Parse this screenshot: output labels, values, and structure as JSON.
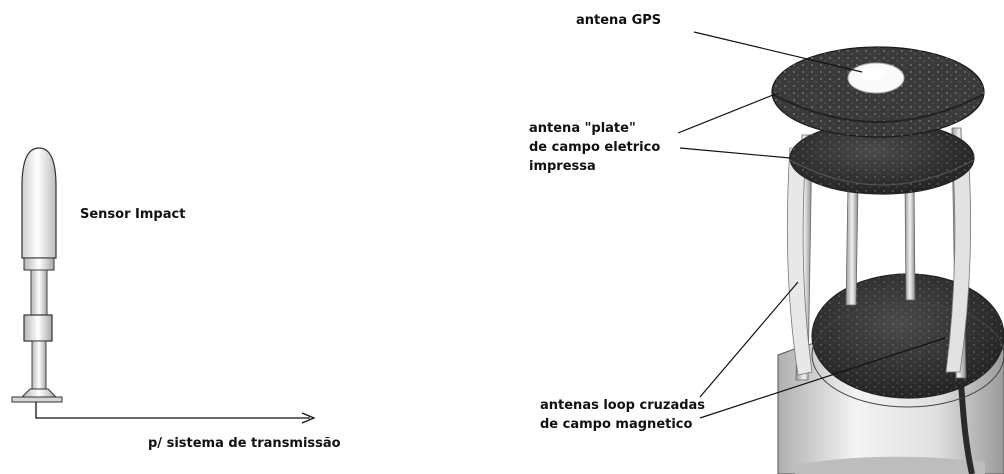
{
  "left_diagram": {
    "sensor_label": "Sensor Impact",
    "transmission_label": "p/ sistema de transmissão"
  },
  "right_photo": {
    "labels": {
      "gps": "antena GPS",
      "plate_line1": "antena \"plate\"",
      "plate_line2": "de campo eletrico",
      "plate_line3": "impressa",
      "loop_line1": "antenas loop cruzadas",
      "loop_line2": "de campo magnetico"
    }
  },
  "colors": {
    "background": "#ffffff",
    "ink": "#111111",
    "board": "#262626",
    "board_speckle": "#8c8c8c",
    "base_light": "#e6e6e6"
  }
}
